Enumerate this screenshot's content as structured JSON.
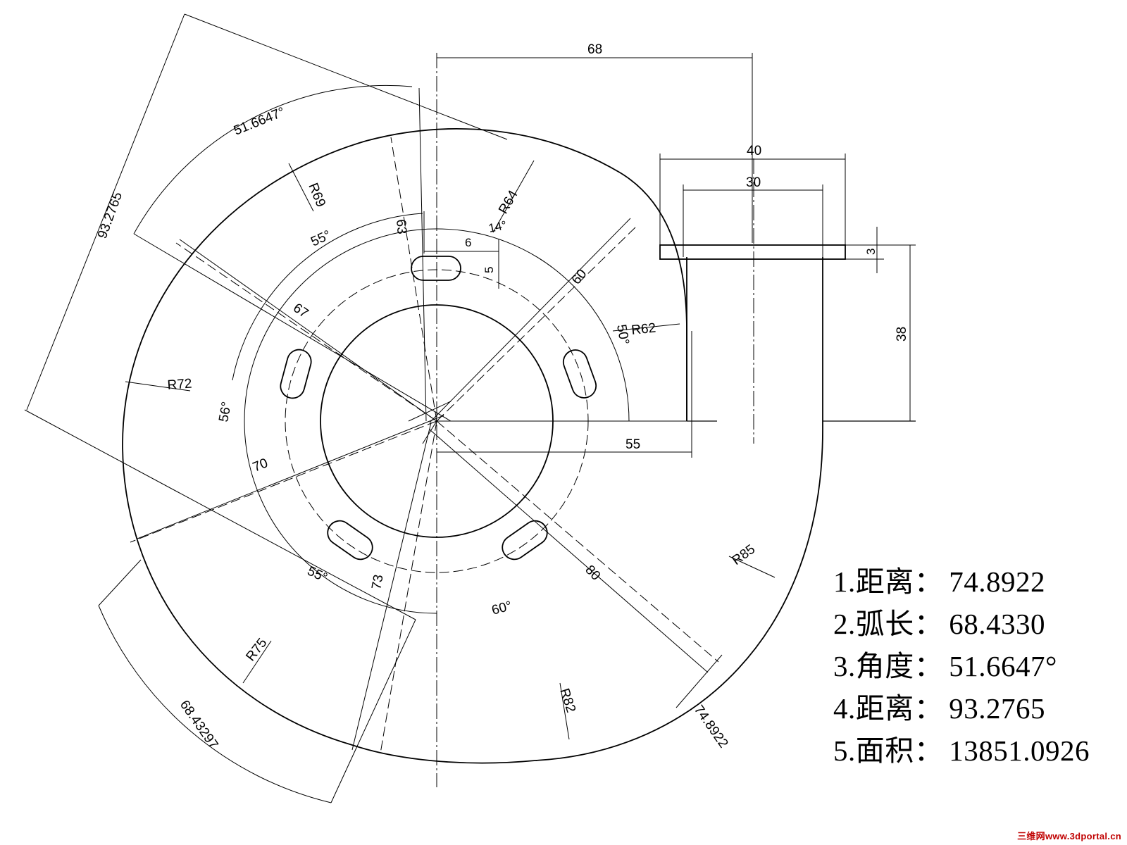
{
  "dimensions": {
    "top_width": "68",
    "flange_width": "40",
    "outlet_width": "30",
    "flange_thickness": "3",
    "outlet_height": "38",
    "chord_top": "51.6647°",
    "distance_left": "93.2765",
    "r69": "R69",
    "r64": "R64",
    "r62": "R62",
    "r72": "R72",
    "r75": "R75",
    "r82": "R82",
    "r85": "R85",
    "d63": "63",
    "d6": "6",
    "d5": "5",
    "d60": "60",
    "d67": "67",
    "d70": "70",
    "d73": "73",
    "d80": "80",
    "d55": "55",
    "a55_top": "55°",
    "a14": "14°",
    "a50": "50°",
    "a56": "56°",
    "a55_bottom": "55°",
    "a60": "60°",
    "arc_bottom": "68.43297",
    "dist_bottom": "74.8922"
  },
  "results": [
    {
      "label": "1.距离：",
      "value": "74.8922"
    },
    {
      "label": "2.弧长：",
      "value": "68.4330"
    },
    {
      "label": "3.角度：",
      "value": "51.6647°"
    },
    {
      "label": "4.距离：",
      "value": "93.2765"
    },
    {
      "label": "5.面积：",
      "value": "13851.0926"
    }
  ],
  "watermark": "三维网www.3dportal.cn"
}
